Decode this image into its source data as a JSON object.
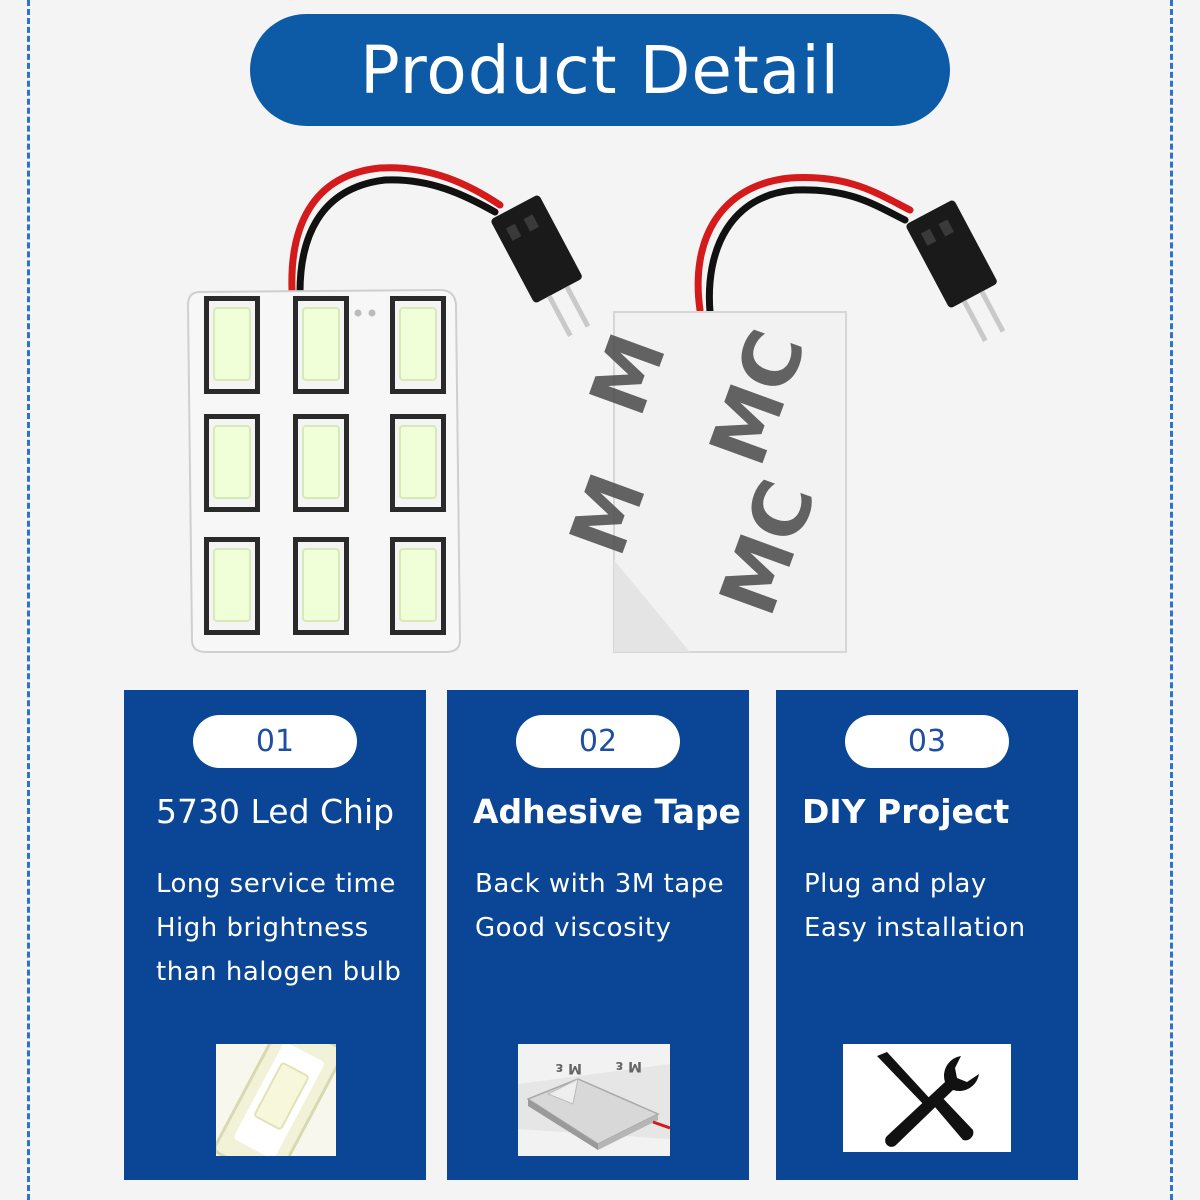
{
  "title": "Product Detail",
  "colors": {
    "brand_blue": "#0d5aa7",
    "card_blue": "#0b4596",
    "dashed_line": "#2b74c9"
  },
  "features": [
    {
      "number": "01",
      "title": "5730 Led Chip",
      "lines": [
        "Long service time",
        "High brightness",
        "than halogen bulb"
      ]
    },
    {
      "number": "02",
      "title": "Adhesive Tape",
      "lines": [
        "Back with 3M tape",
        "Good viscosity"
      ]
    },
    {
      "number": "03",
      "title": "DIY Project",
      "lines": [
        "Plug and play",
        "Easy installation"
      ]
    }
  ],
  "icons": {
    "card3": "tools-icon"
  }
}
